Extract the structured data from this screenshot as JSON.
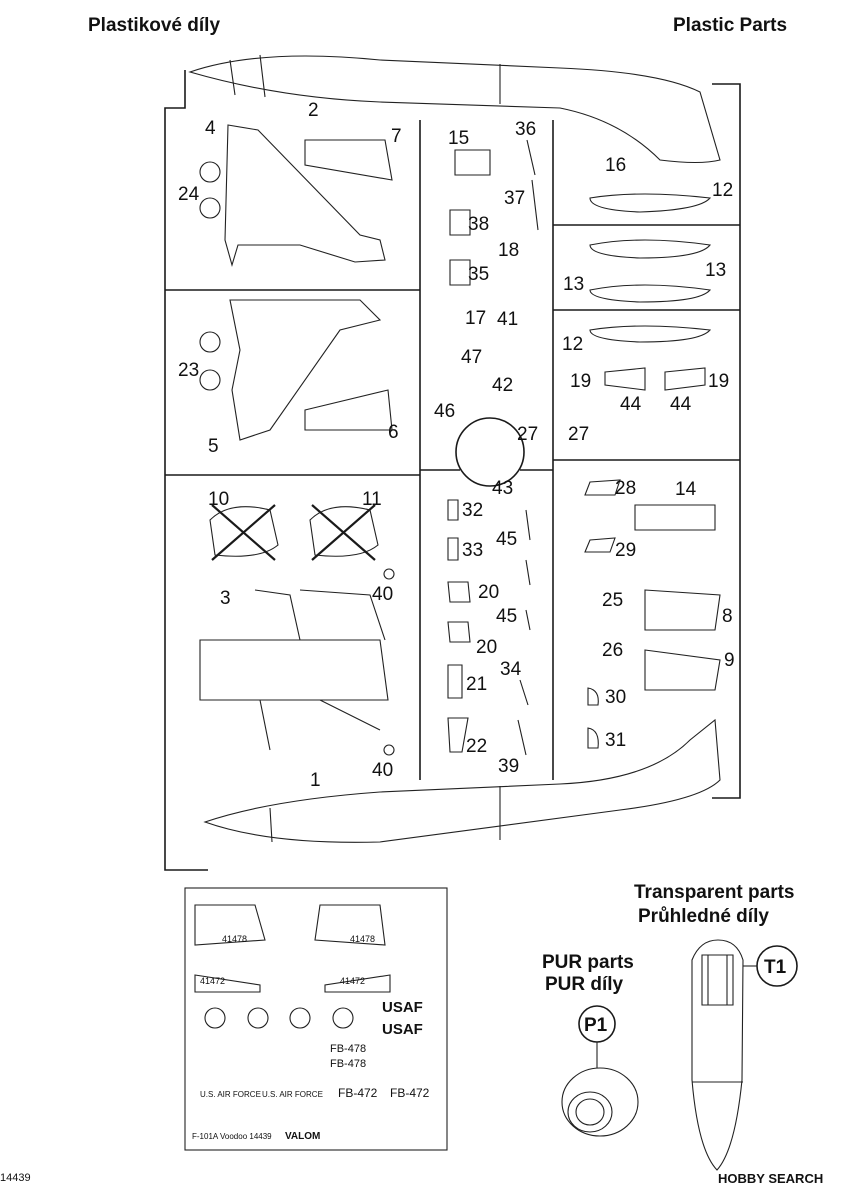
{
  "header": {
    "left_title": "Plastikové díly",
    "right_title": "Plastic Parts"
  },
  "parts": [
    "1",
    "2",
    "3",
    "4",
    "5",
    "6",
    "7",
    "8",
    "9",
    "10",
    "11",
    "12",
    "12",
    "13",
    "13",
    "14",
    "15",
    "16",
    "17",
    "18",
    "19",
    "19",
    "20",
    "20",
    "21",
    "22",
    "23",
    "24",
    "25",
    "26",
    "27",
    "27",
    "28",
    "29",
    "30",
    "31",
    "32",
    "33",
    "34",
    "35",
    "36",
    "37",
    "38",
    "39",
    "40",
    "40",
    "41",
    "42",
    "43",
    "44",
    "44",
    "45",
    "45",
    "46",
    "47"
  ],
  "transparent": {
    "title_en": "Transparent parts",
    "title_cz": "Průhledné díly",
    "part": "T1"
  },
  "pur": {
    "title_en": "PUR parts",
    "title_cz": "PUR díly",
    "part": "P1"
  },
  "decals": {
    "footer": "F-101A Voodoo 14439",
    "brand": "VALOM",
    "usaf_1": "USAF",
    "usaf_2": "USAF",
    "fb478_1": "FB-478",
    "fb478_2": "FB-478",
    "fb472_1": "FB-472",
    "fb472_2": "FB-472",
    "usaf_name_1": "U.S. AIR FORCE",
    "usaf_name_2": "U.S. AIR FORCE",
    "tail_1": "41478",
    "tail_2": "41478",
    "fus_1": "41472",
    "fus_2": "41472"
  },
  "footer": {
    "code": "14439",
    "watermark": "HOBBY SEARCH"
  }
}
